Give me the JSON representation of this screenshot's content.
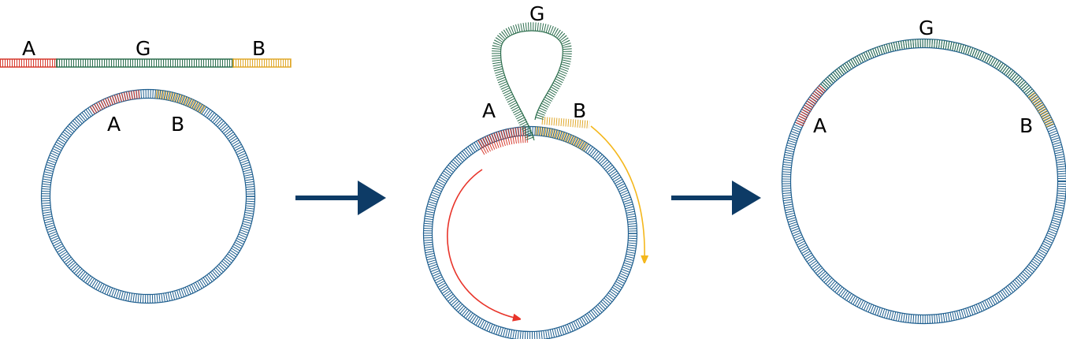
{
  "colors": {
    "blue": "#1f5f8f",
    "red": "#d63a2e",
    "green": "#2e6f4f",
    "gold": "#e0a82a",
    "navy": "#0d3b66",
    "red_arrow": "#e8342a",
    "gold_arrow": "#f4b71c"
  },
  "panel1": {
    "insert_labels": {
      "a": "A",
      "g": "G",
      "b": "B"
    },
    "plasmid_labels": {
      "a": "A",
      "b": "B"
    }
  },
  "panel2": {
    "labels": {
      "g": "G",
      "a": "A",
      "b": "B"
    }
  },
  "panel3": {
    "labels": {
      "g": "G",
      "a": "A",
      "b": "B"
    }
  }
}
